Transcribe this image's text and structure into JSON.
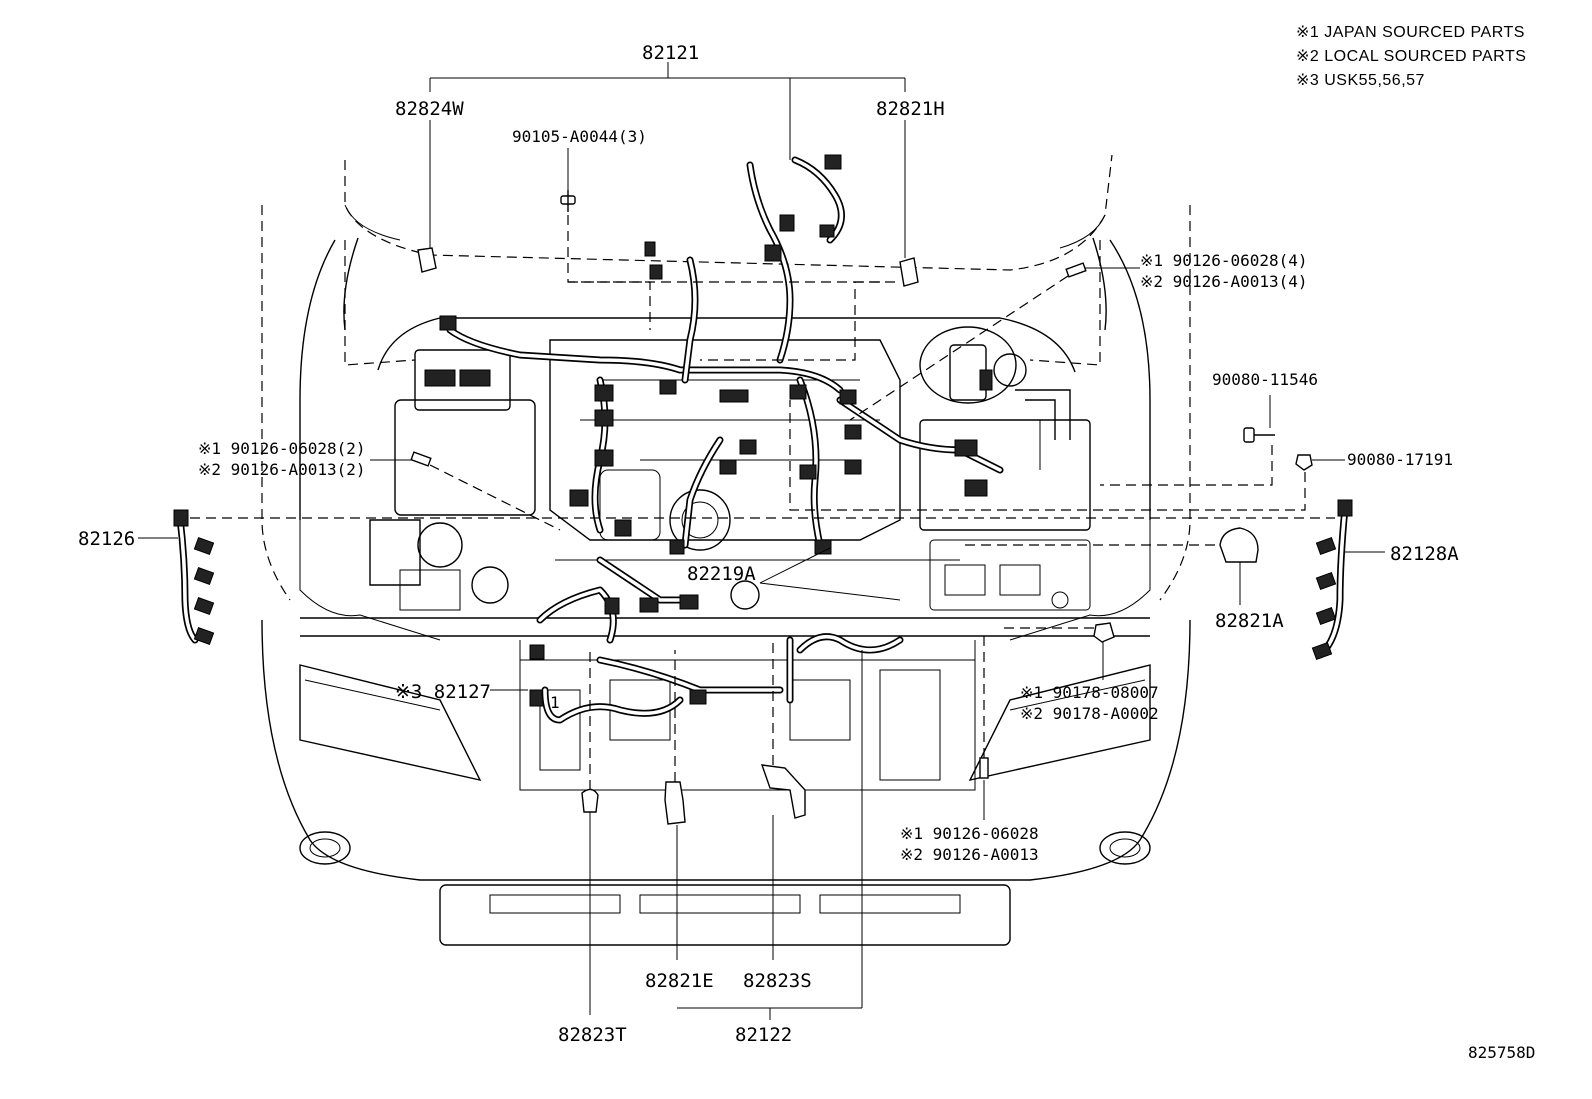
{
  "footnotes": [
    "※1 JAPAN SOURCED PARTS",
    "※2 LOCAL SOURCED PARTS",
    "※3 USK55,56,57"
  ],
  "parts": {
    "p82121": "82121",
    "p82824W": "82824W",
    "p82821H": "82821H",
    "p90105": "90105-A0044(3)",
    "p90126_4_a": "※1 90126-06028(4)",
    "p90126_4_b": "※2 90126-A0013(4)",
    "p90080_11546": "90080-11546",
    "p90080_17191": "90080-17191",
    "p90126_2_a": "※1 90126-06028(2)",
    "p90126_2_b": "※2 90126-A0013(2)",
    "p82126": "82126",
    "p82128A": "82128A",
    "p82821A": "82821A",
    "p82219A": "82219A",
    "p82127": "※3 82127",
    "p90178_a": "※1 90178-08007",
    "p90178_b": "※2 90178-A0002",
    "p90126_1_a": "※1 90126-06028",
    "p90126_1_b": "※2 90126-A0013",
    "p82821E": "82821E",
    "p82823S": "82823S",
    "p82823T": "82823T",
    "p82122": "82122"
  },
  "diagram_id": "825758D",
  "connector_pin": "1"
}
